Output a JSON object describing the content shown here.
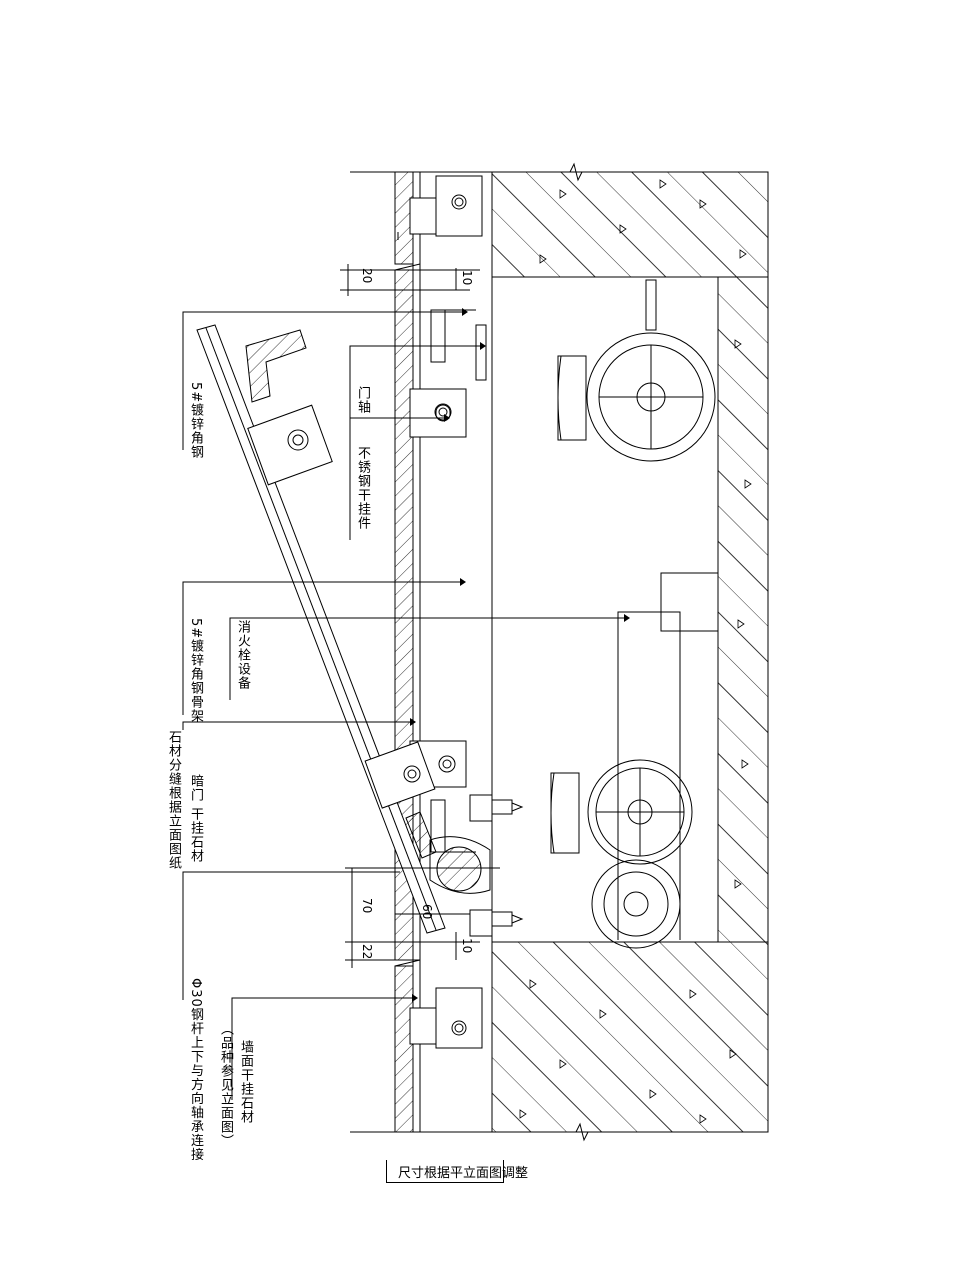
{
  "labels": {
    "l1": "5#镀锌角钢",
    "l2": "门轴",
    "l3": "不锈钢干挂件",
    "l4": "5#镀锌角钢骨架",
    "l5": "消火栓设备",
    "l6a": "石材分缝根据立面图纸",
    "l6b": "暗门 干挂石材",
    "l7": "Φ30钢杆上下与方向轴承连接",
    "l8a": "墙面干挂石材",
    "l8b": "（品种参见立面图）"
  },
  "dims": {
    "d20": "20",
    "d10a": "10",
    "d70": "70",
    "d60": "60",
    "d10b": "10",
    "d22": "22"
  },
  "note": "尺寸根据平立面图调整"
}
